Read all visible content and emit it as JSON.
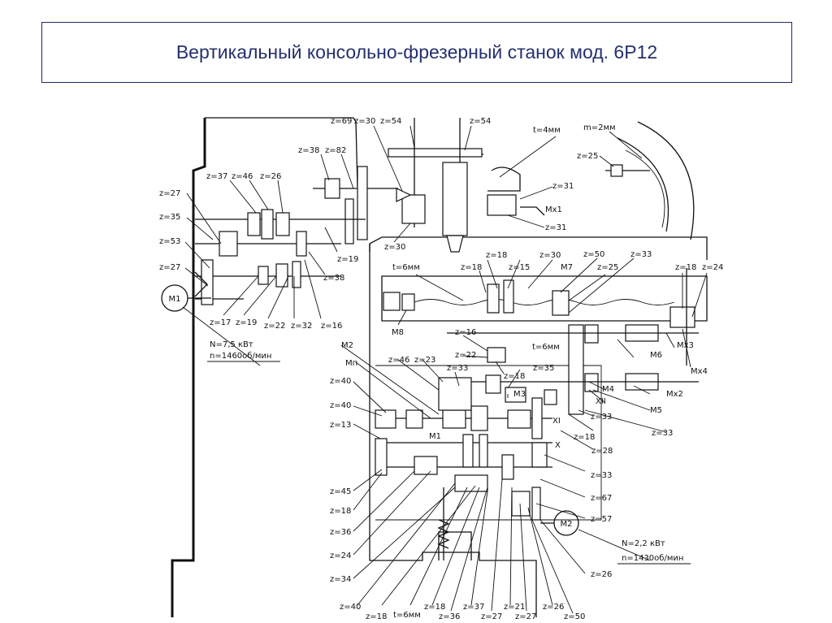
{
  "title": "Вертикальный консольно-фрезерный станок мод. 6Р12",
  "motor_main": {
    "label": "М1",
    "power": "N=7,5 кВт",
    "speed": "n=1460об/мин"
  },
  "motor_feed": {
    "label": "М2",
    "power": "N=2,2 кВт",
    "speed": "n=1430об/мин"
  },
  "labels": [
    "z=69",
    "z=30",
    "z=54",
    "z=54",
    "t=4мм",
    "m=2мм",
    "z=25",
    "z=38",
    "z=82",
    "z=37",
    "z=46",
    "z=26",
    "z=27",
    "z=35",
    "z=53",
    "z=27",
    "z=31",
    "Мх1",
    "z=31",
    "z=30",
    "z=19",
    "z=38",
    "z=17",
    "z=19",
    "z=22",
    "z=32",
    "z=16",
    "t=6мм",
    "z=18",
    "z=18",
    "z=30",
    "z=15",
    "М7",
    "z=50",
    "z=25",
    "z=33",
    "z=18",
    "z=24",
    "М8",
    "М6",
    "Мх3",
    "Мх4",
    "z=16",
    "t=6мм",
    "z=22",
    "z=18",
    "z=35",
    "М2",
    "Мп",
    "z=46",
    "z=23",
    "z=33",
    "М3",
    "Мх2",
    "М4",
    "XII",
    "М5",
    "z=40",
    "z=40",
    "z=13",
    "М1",
    "XI",
    "X",
    "z=33",
    "z=18",
    "z=28",
    "z=33",
    "z=33",
    "z=45",
    "z=18",
    "z=36",
    "z=24",
    "z=67",
    "z=57",
    "z=34",
    "z=26",
    "z=40",
    "z=18",
    "t=6мм",
    "z=18",
    "z=36",
    "z=37",
    "z=27",
    "z=21",
    "z=27",
    "z=26",
    "z=50"
  ]
}
